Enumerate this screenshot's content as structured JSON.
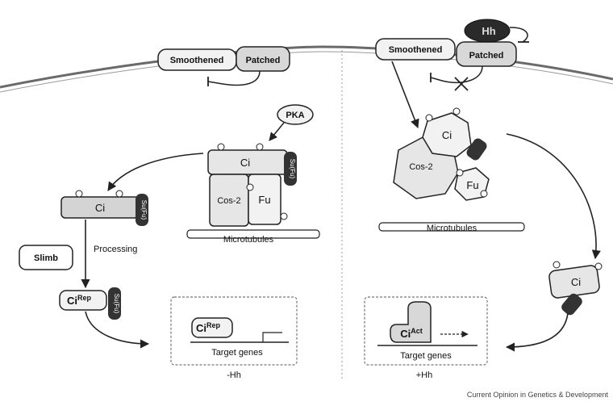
{
  "proteins": {
    "smoothened": "Smoothened",
    "patched": "Patched",
    "hh": "Hh",
    "pka": "PKA",
    "ci": "Ci",
    "cos2": "Cos-2",
    "fu": "Fu",
    "sufu": "Su(Fu)",
    "slimb": "Slimb",
    "ci_base": "Ci",
    "ci_rep_sup": "Rep",
    "ci_act_sup": "Act"
  },
  "labels": {
    "processing": "Processing",
    "microtubules": "Microtubules",
    "target_genes": "Target genes"
  },
  "conditions": {
    "minus_hh": "-Hh",
    "plus_hh": "+Hh"
  },
  "credit": "Current Opinion in Genetics & Development",
  "colors": {
    "membrane": "#6a6a6a",
    "protein_fill": "#e6e6e6",
    "protein_stroke": "#222222",
    "dark_fill": "#333333",
    "arrow": "#222222",
    "divider": "#9a9a9a"
  }
}
